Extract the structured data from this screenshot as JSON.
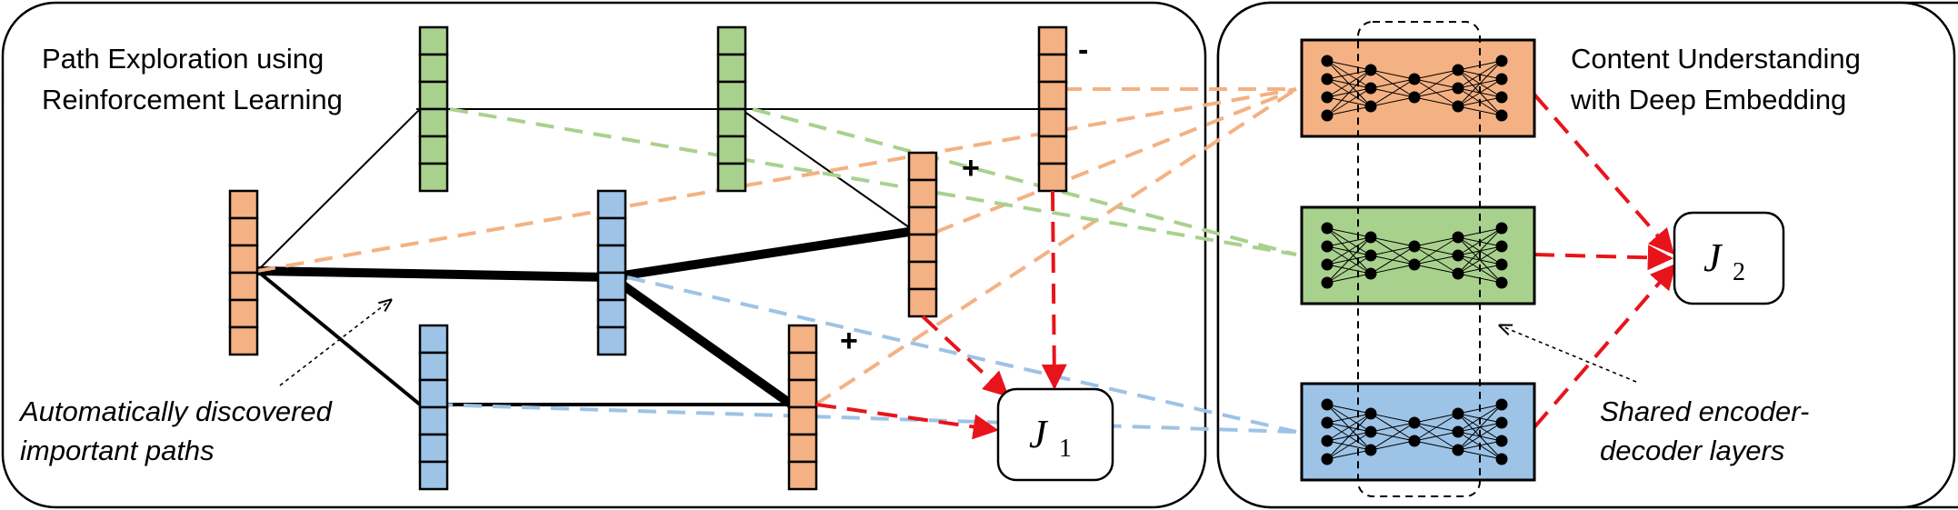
{
  "left_panel": {
    "title_lines": [
      "Path Exploration using",
      "Reinforcement Learning"
    ],
    "annotation_lines": [
      "Automatically discovered",
      "important paths"
    ],
    "sign_minus": "-",
    "sign_plus_1": "+",
    "sign_plus_2": "+",
    "objective": {
      "symbol": "J",
      "subscript": "1"
    }
  },
  "right_panel": {
    "title_lines": [
      "Content Understanding",
      "with Deep Embedding"
    ],
    "annotation_lines": [
      "Shared encoder-",
      "decoder layers"
    ],
    "objective": {
      "symbol": "J",
      "subscript": "2"
    }
  },
  "colors": {
    "orange": "#F4B183",
    "green": "#A9D18E",
    "blue": "#9DC3E6",
    "red_arrow": "#E8141B",
    "outline": "#000000"
  }
}
